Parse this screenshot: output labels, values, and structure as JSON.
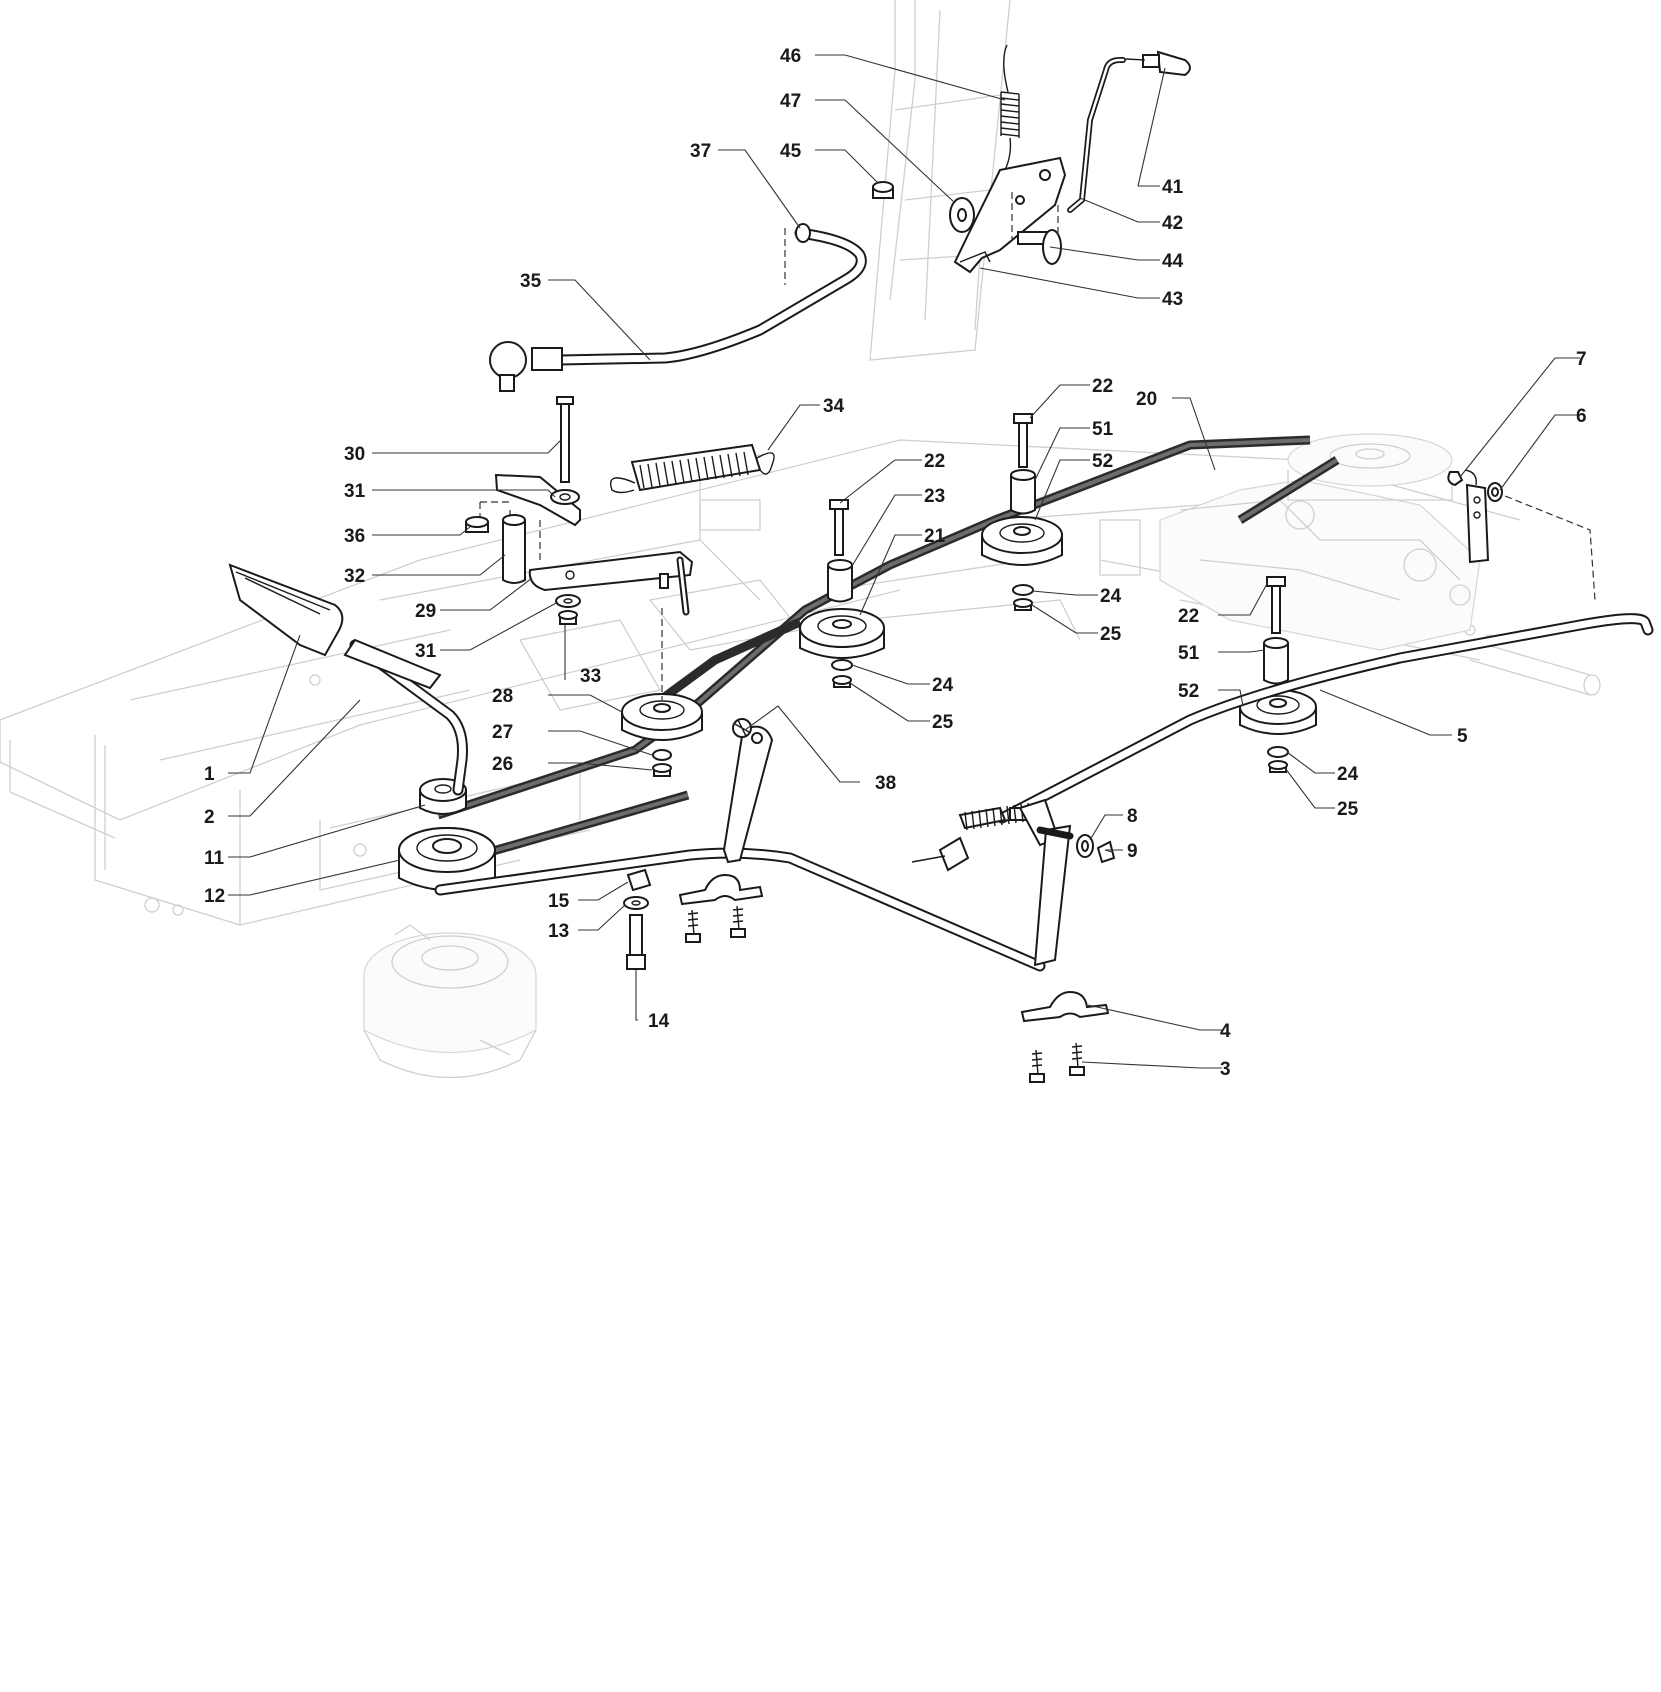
{
  "diagram": {
    "callouts": [
      {
        "id": "c46",
        "text": "46"
      },
      {
        "id": "c47",
        "text": "47"
      },
      {
        "id": "c45",
        "text": "45"
      },
      {
        "id": "c37",
        "text": "37"
      },
      {
        "id": "c41",
        "text": "41"
      },
      {
        "id": "c42",
        "text": "42"
      },
      {
        "id": "c44",
        "text": "44"
      },
      {
        "id": "c43",
        "text": "43"
      },
      {
        "id": "c35",
        "text": "35"
      },
      {
        "id": "c34",
        "text": "34"
      },
      {
        "id": "c30",
        "text": "30"
      },
      {
        "id": "c31a",
        "text": "31"
      },
      {
        "id": "c36",
        "text": "36"
      },
      {
        "id": "c32",
        "text": "32"
      },
      {
        "id": "c29",
        "text": "29"
      },
      {
        "id": "c31b",
        "text": "31"
      },
      {
        "id": "c33",
        "text": "33"
      },
      {
        "id": "c22a",
        "text": "22"
      },
      {
        "id": "c23",
        "text": "23"
      },
      {
        "id": "c21",
        "text": "21"
      },
      {
        "id": "c22b",
        "text": "22"
      },
      {
        "id": "c51a",
        "text": "51"
      },
      {
        "id": "c52a",
        "text": "52"
      },
      {
        "id": "c20",
        "text": "20"
      },
      {
        "id": "c7",
        "text": "7"
      },
      {
        "id": "c6",
        "text": "6"
      },
      {
        "id": "c24a",
        "text": "24"
      },
      {
        "id": "c25a",
        "text": "25"
      },
      {
        "id": "c22c",
        "text": "22"
      },
      {
        "id": "c51b",
        "text": "51"
      },
      {
        "id": "c52b",
        "text": "52"
      },
      {
        "id": "c5",
        "text": "5"
      },
      {
        "id": "c24b",
        "text": "24"
      },
      {
        "id": "c25b",
        "text": "25"
      },
      {
        "id": "c24c",
        "text": "24"
      },
      {
        "id": "c25c",
        "text": "25"
      },
      {
        "id": "c28",
        "text": "28"
      },
      {
        "id": "c27",
        "text": "27"
      },
      {
        "id": "c26",
        "text": "26"
      },
      {
        "id": "c38",
        "text": "38"
      },
      {
        "id": "c1",
        "text": "1"
      },
      {
        "id": "c2",
        "text": "2"
      },
      {
        "id": "c11",
        "text": "11"
      },
      {
        "id": "c12",
        "text": "12"
      },
      {
        "id": "c8",
        "text": "8"
      },
      {
        "id": "c9",
        "text": "9"
      },
      {
        "id": "c15",
        "text": "15"
      },
      {
        "id": "c13",
        "text": "13"
      },
      {
        "id": "c14",
        "text": "14"
      },
      {
        "id": "c4",
        "text": "4"
      },
      {
        "id": "c3",
        "text": "3"
      }
    ]
  }
}
